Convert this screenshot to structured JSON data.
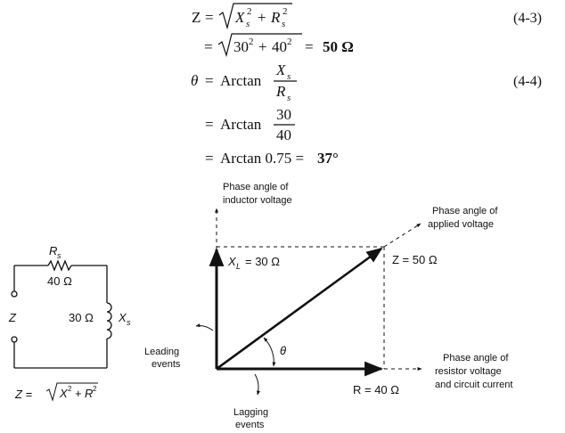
{
  "equations": {
    "eq1": {
      "lhs": "Z",
      "eq": "=",
      "Xs": "X",
      "Rs": "R",
      "sub": "s",
      "sup": "2",
      "plus": "+",
      "number": "(4-3)"
    },
    "eq2": {
      "eq": "=",
      "a": "30",
      "b": "40",
      "sup": "2",
      "plus": "+",
      "result": "50 Ω"
    },
    "eq3": {
      "lhs": "θ",
      "eq": "=",
      "fn": "Arctan",
      "num": "X",
      "den": "R",
      "sub": "s",
      "number": "(4-4)"
    },
    "eq4": {
      "eq": "=",
      "fn": "Arctan",
      "num": "30",
      "den": "40"
    },
    "eq5": {
      "eq": "=",
      "expr": "Arctan 0.75 =",
      "result": "37°"
    }
  },
  "circuit": {
    "r_sym": "R",
    "r_sub": "s",
    "r_val": "40 Ω",
    "z_label": "Z",
    "l_val": "30 Ω",
    "xs_sym": "X",
    "xs_sub": "s",
    "formula_lhs": "Z =",
    "formula_x": "X",
    "formula_r": "R",
    "formula_sup": "2",
    "formula_plus": "+"
  },
  "phasor": {
    "inductor_label": [
      "Phase angle of",
      "inductor voltage"
    ],
    "applied_label": [
      "Phase angle of",
      "applied voltage"
    ],
    "resistor_label": [
      "Phase angle of",
      "resistor voltage",
      "and circuit current"
    ],
    "xl_sym": "X",
    "xl_sub": "L",
    "xl_val": "= 30 Ω",
    "z_label": "Z = 50 Ω",
    "r_label": "R = 40 Ω",
    "theta": "θ",
    "leading": [
      "Leading",
      "events"
    ],
    "lagging": [
      "Lagging",
      "events"
    ]
  },
  "colors": {
    "ink": "#111111",
    "background": "#ffffff"
  }
}
